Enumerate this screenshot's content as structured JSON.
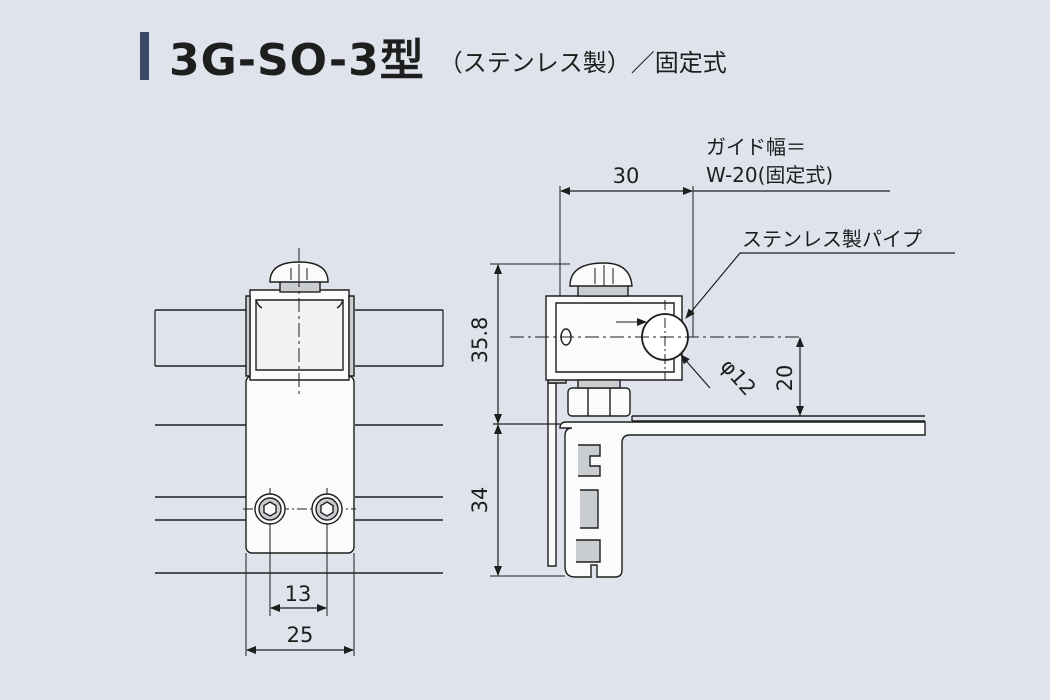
{
  "title": {
    "model": "3G-SO-3型",
    "subtitle": "（ステンレス製）／固定式"
  },
  "callouts": {
    "guide_width_line1": "ガイド幅＝",
    "guide_width_line2": "W-20(固定式)",
    "pipe": "ステンレス製パイプ"
  },
  "dimensions": {
    "pitch_13": "13",
    "width_25": "25",
    "depth_30": "30",
    "height_358": "35.8",
    "height_34": "34",
    "pipe_dia": "φ12",
    "pipe_height_20": "20"
  },
  "colors": {
    "background": "#dfe4ec",
    "line": "#1e1e1e",
    "part_fill": "#fbfbfb",
    "shade": "#c9ccd1",
    "accent": "#3c4a68"
  }
}
